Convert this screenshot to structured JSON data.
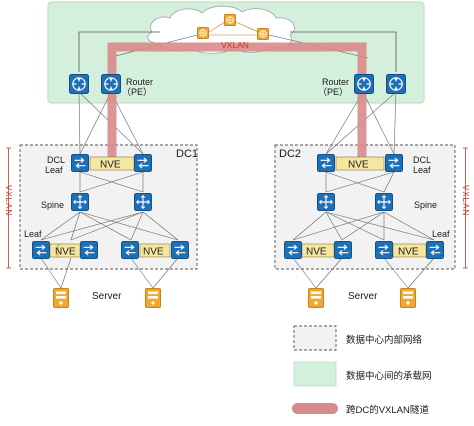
{
  "diagram": {
    "top_tunnel_label": "VXLAN",
    "router_label_line1": "Router",
    "router_label_line2": "（PE）",
    "dc1": {
      "title": "DC1",
      "dcl_leaf_line1": "DCL",
      "dcl_leaf_line2": "Leaf",
      "spine_label": "Spine",
      "leaf_label": "Leaf",
      "server_label": "Server"
    },
    "dc2": {
      "title": "DC2",
      "dcl_leaf_line1": "DCL",
      "dcl_leaf_line2": "Leaf",
      "spine_label": "Spine",
      "leaf_label": "Leaf",
      "server_label": "Server"
    },
    "nve_label": "NVE",
    "side_vxlan_label": "VXLAN",
    "colors": {
      "carrier_bg": "#d4efdc",
      "dc_bg": "#f2f2f2",
      "device_blue": "#1f6fb5",
      "tunnel": "#d98a8a",
      "server": "#f0a830",
      "cloud_icon": "#f0a830"
    }
  },
  "legend": [
    {
      "icon": "dashed-box",
      "text": "数据中心内部网络"
    },
    {
      "icon": "green-box",
      "text": "数据中心间的承载网"
    },
    {
      "icon": "tunnel-bar",
      "text": "跨DC的VXLAN隧道"
    }
  ]
}
